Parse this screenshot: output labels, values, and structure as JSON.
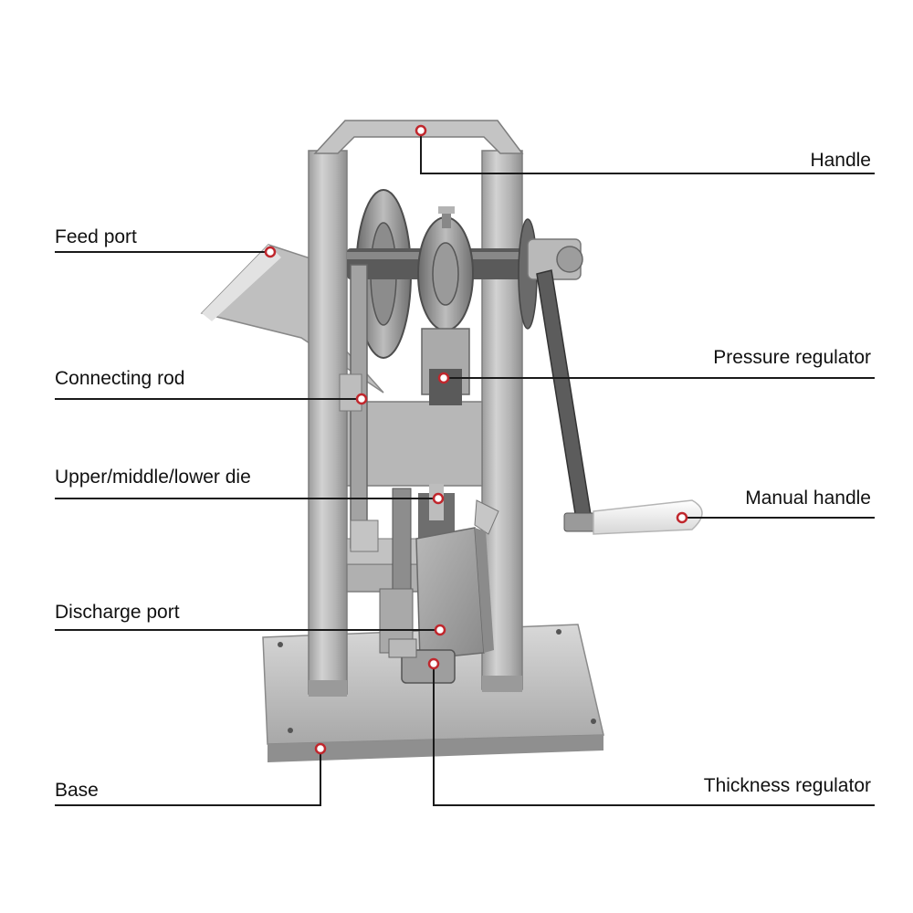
{
  "labels": {
    "handle": "Handle",
    "feed_port": "Feed port",
    "pressure_regulator": "Pressure regulator",
    "connecting_rod": "Connecting rod",
    "upper_middle_lower_die": "Upper/middle/lower die",
    "manual_handle": "Manual handle",
    "discharge_port": "Discharge port",
    "base": "Base",
    "thickness_regulator": "Thickness regulator"
  },
  "colors": {
    "metal_light": "#c9c9c9",
    "metal_mid": "#a9a9a9",
    "metal_dark": "#7b7b7b",
    "metal_shadow": "#5a5a5a",
    "leader_line": "#1a1a1a",
    "marker": "#c0272d",
    "grip_white": "#f4f4f4"
  }
}
